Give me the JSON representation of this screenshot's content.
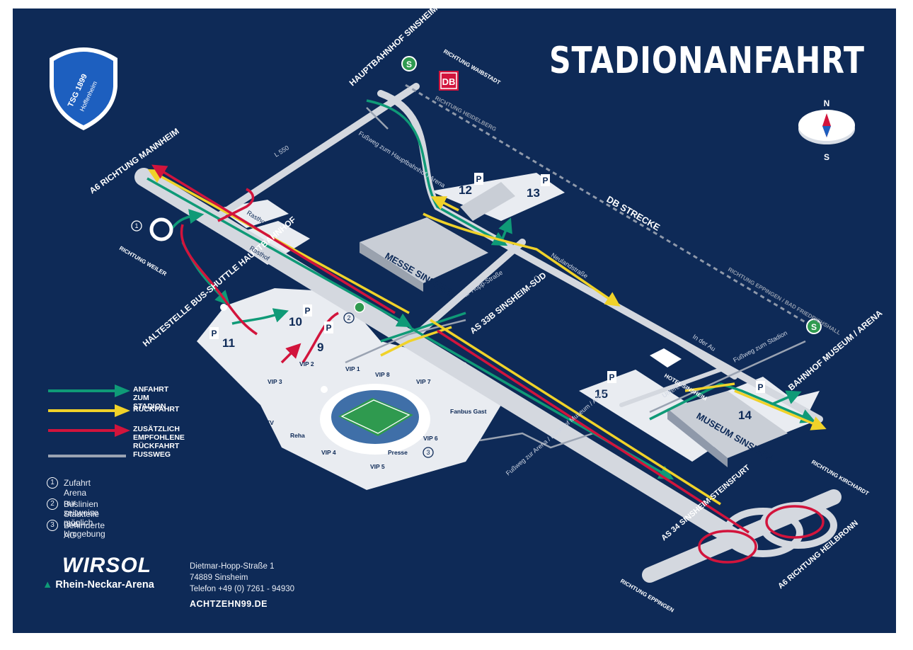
{
  "title": "STADIONANFAHRT",
  "club_logo": {
    "line1": "TSG 1899",
    "line2": "Hoffenheim"
  },
  "compass": {
    "north": "N",
    "south": "S"
  },
  "places": {
    "hbf": "HAUPTBAHNHOF SINSHEIM",
    "richtung_waibstadt": "RICHTUNG WAIBSTADT",
    "richtung_heidelberg": "RICHTUNG HEIDELBERG",
    "db_logo": "DB",
    "s_bahn": "S",
    "fussweg_hbf": "Fußweg zum Hauptbahnhof / Arena",
    "l550": "L 550",
    "a6_mannheim": "A6 RICHTUNG MANNHEIM",
    "rasthof_1": "Rasthof",
    "rasthof_2": "Rasthof",
    "richtung_weiler": "RICHTUNG WEILER",
    "haltestelle": "HALTESTELLE BUS-SHUTTLE HAUPTBAHNHOF",
    "messe": "MESSE SINSHEIM",
    "db_strecke": "DB STRECKE",
    "neulandstrasse": "Neulandstraße",
    "dietmar_hopp_strasse": "Dietmar-Hopp-Straße",
    "as33b": "AS 33B SINSHEIM-SÜD",
    "richtung_eppingen_bad": "RICHTUNG EPPINGEN / BAD FRIEDRICHSHALL",
    "bahnhof_museum": "BAHNHOF MUSEUM / ARENA",
    "in_der_au": "In der Au",
    "untere_au": "Untere Au",
    "fussweg_stadion": "Fußweg zum Stadion",
    "hotel": "HOTEL SINSHEIM",
    "museum": "MUSEUM SINSHEIM",
    "fussweg_arena_museum": "Fußweg zur Arena / Bahnhof Museum / Arena",
    "as34": "AS 34 SINSHEIM-STEINSFURT",
    "richtung_kirchardt": "RICHTUNG KIRCHARDT",
    "richtung_eppingen": "RICHTUNG EPPINGEN",
    "a6_heilbronn": "A6 RICHTUNG HEILBRONN"
  },
  "parking": [
    "9",
    "10",
    "11",
    "12",
    "13",
    "14",
    "15"
  ],
  "parking_symbol": "P",
  "stadium_areas": [
    "VIP 2",
    "VIP 1",
    "VIP 8",
    "VIP 7",
    "VIP 3",
    "TV",
    "Reha",
    "VIP 4",
    "VIP 5",
    "VIP 6",
    "Presse",
    "Fanbus Gast"
  ],
  "markers": [
    "1",
    "2",
    "3"
  ],
  "legend": [
    {
      "label": "ANFAHRT ZUM STADION",
      "color": "#0f9a77"
    },
    {
      "label": "RÜCKFAHRT",
      "color": "#f0d229"
    },
    {
      "label": "ZUSÄTZLICH EMPFOHLENE RÜCKFAHRT",
      "color": "#d2143c"
    },
    {
      "label": "FUSSWEG",
      "color": "#9aa3b2"
    }
  ],
  "notes": [
    {
      "num": "1",
      "text": "Zufahrt Arena nur zeitweise möglich"
    },
    {
      "num": "2",
      "text": "Buslinien Stadtteile und Umgebung"
    },
    {
      "num": "3",
      "text": "Behinderte AG"
    }
  ],
  "brand": {
    "name": "WIRSOL",
    "arena": "Rhein-Neckar-Arena"
  },
  "address": {
    "street": "Dietmar-Hopp-Straße 1",
    "city": "74889 Sinsheim",
    "phone": "Telefon +49 (0) 7261 - 94930"
  },
  "website": "ACHTZEHN99.DE"
}
